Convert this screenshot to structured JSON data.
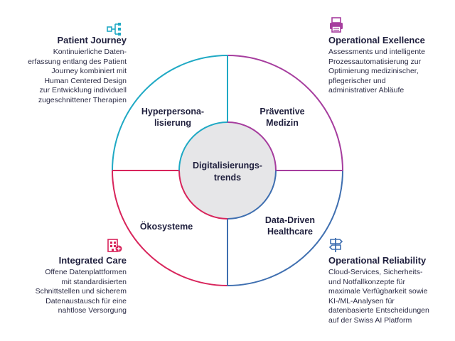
{
  "center": {
    "lines": [
      "Digitalisierungs-",
      "trends"
    ]
  },
  "quadrants": [
    {
      "lines": [
        "Hyperpersona-",
        "lisierung"
      ],
      "color": "#1fa9c4"
    },
    {
      "lines": [
        "Präventive",
        "Medizin"
      ],
      "color": "#a63d9e"
    },
    {
      "lines": [
        "Data-Driven",
        "Healthcare"
      ],
      "color": "#3f6fb0"
    },
    {
      "lines": [
        "Ökosysteme"
      ],
      "color": "#d8245b"
    }
  ],
  "blocks": {
    "patient_journey": {
      "title": "Patient Journey",
      "icon": "network-node-icon",
      "lines": [
        "Kontinuierliche Daten-",
        "erfassung entlang des Patient",
        "Journey kombiniert mit",
        "Human Centered Design",
        "zur Entwicklung individuell",
        "zugeschnittener Therapien"
      ]
    },
    "operational_excellence": {
      "title": "Operational Exellence",
      "icon": "printer-icon",
      "lines": [
        "Assessments und intelligente",
        "Prozessautomatisierung zur",
        "Optimierung medizinischer,",
        "pflegerischer und",
        "administrativer Abläufe"
      ]
    },
    "integrated_care": {
      "title": "Integrated Care",
      "icon": "hospital-building-icon",
      "lines": [
        "Offene Datenplattformen",
        "mit standardisierten",
        "Schnittstellen und sicherem",
        "Datenaustausch für eine",
        "nahtlose Versorgung"
      ]
    },
    "operational_reliability": {
      "title": "Operational Reliability",
      "icon": "signpost-icon",
      "lines": [
        "Cloud-Services, Sicherheits-",
        "und Notfallkonzepte für",
        "maximale Verfügbarkeit sowie",
        "KI-/ML-Analysen für",
        "datenbasierte Entscheidungen",
        "auf der Swiss AI Platform"
      ]
    }
  },
  "colors": {
    "text": "#1f1f3d",
    "center_fill": "#e6e6e8",
    "teal": "#1fa9c4",
    "purple": "#a63d9e",
    "blue": "#3f6fb0",
    "magenta": "#d8245b"
  }
}
